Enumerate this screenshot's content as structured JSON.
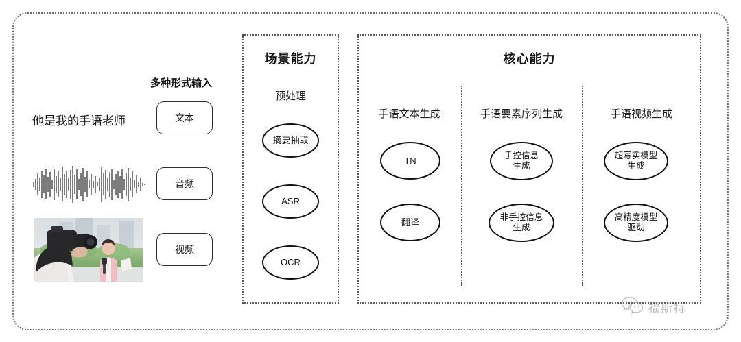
{
  "diagram": {
    "title_hidden": "",
    "input_section": {
      "caption": "多种形式输入",
      "sentence": "他是我的手语老师",
      "modality_buttons": [
        {
          "label": "文本",
          "name": "text"
        },
        {
          "label": "音频",
          "name": "audio"
        },
        {
          "label": "视频",
          "name": "video"
        }
      ],
      "waveform_icon": "audio-waveform",
      "thumbnail_icon": "video-thumbnail"
    },
    "scene_panel": {
      "title": "场景能力",
      "columns": [
        {
          "heading": "预处理",
          "nodes": [
            "摘要抽取",
            "ASR",
            "OCR"
          ]
        }
      ]
    },
    "core_panel": {
      "title": "核心能力",
      "columns": [
        {
          "heading": "手语文本生成",
          "nodes": [
            "TN",
            "翻译"
          ]
        },
        {
          "heading": "手语要素序列生成",
          "nodes": [
            "手控信息\n生成",
            "非手控信息\n生成"
          ]
        },
        {
          "heading": "手语视频生成",
          "nodes": [
            "超写实模型\n生成",
            "高精度模型\n驱动"
          ]
        }
      ]
    },
    "watermark": {
      "text": "福斯特",
      "icon": "wechat-bubble-icon"
    },
    "colors": {
      "frame_dotted": "#6e6e6e",
      "panel_dotted": "#5a5a5a",
      "node_stroke": "#111111",
      "text": "#1c1c1c",
      "watermark_text": "#7d7d7d"
    }
  }
}
